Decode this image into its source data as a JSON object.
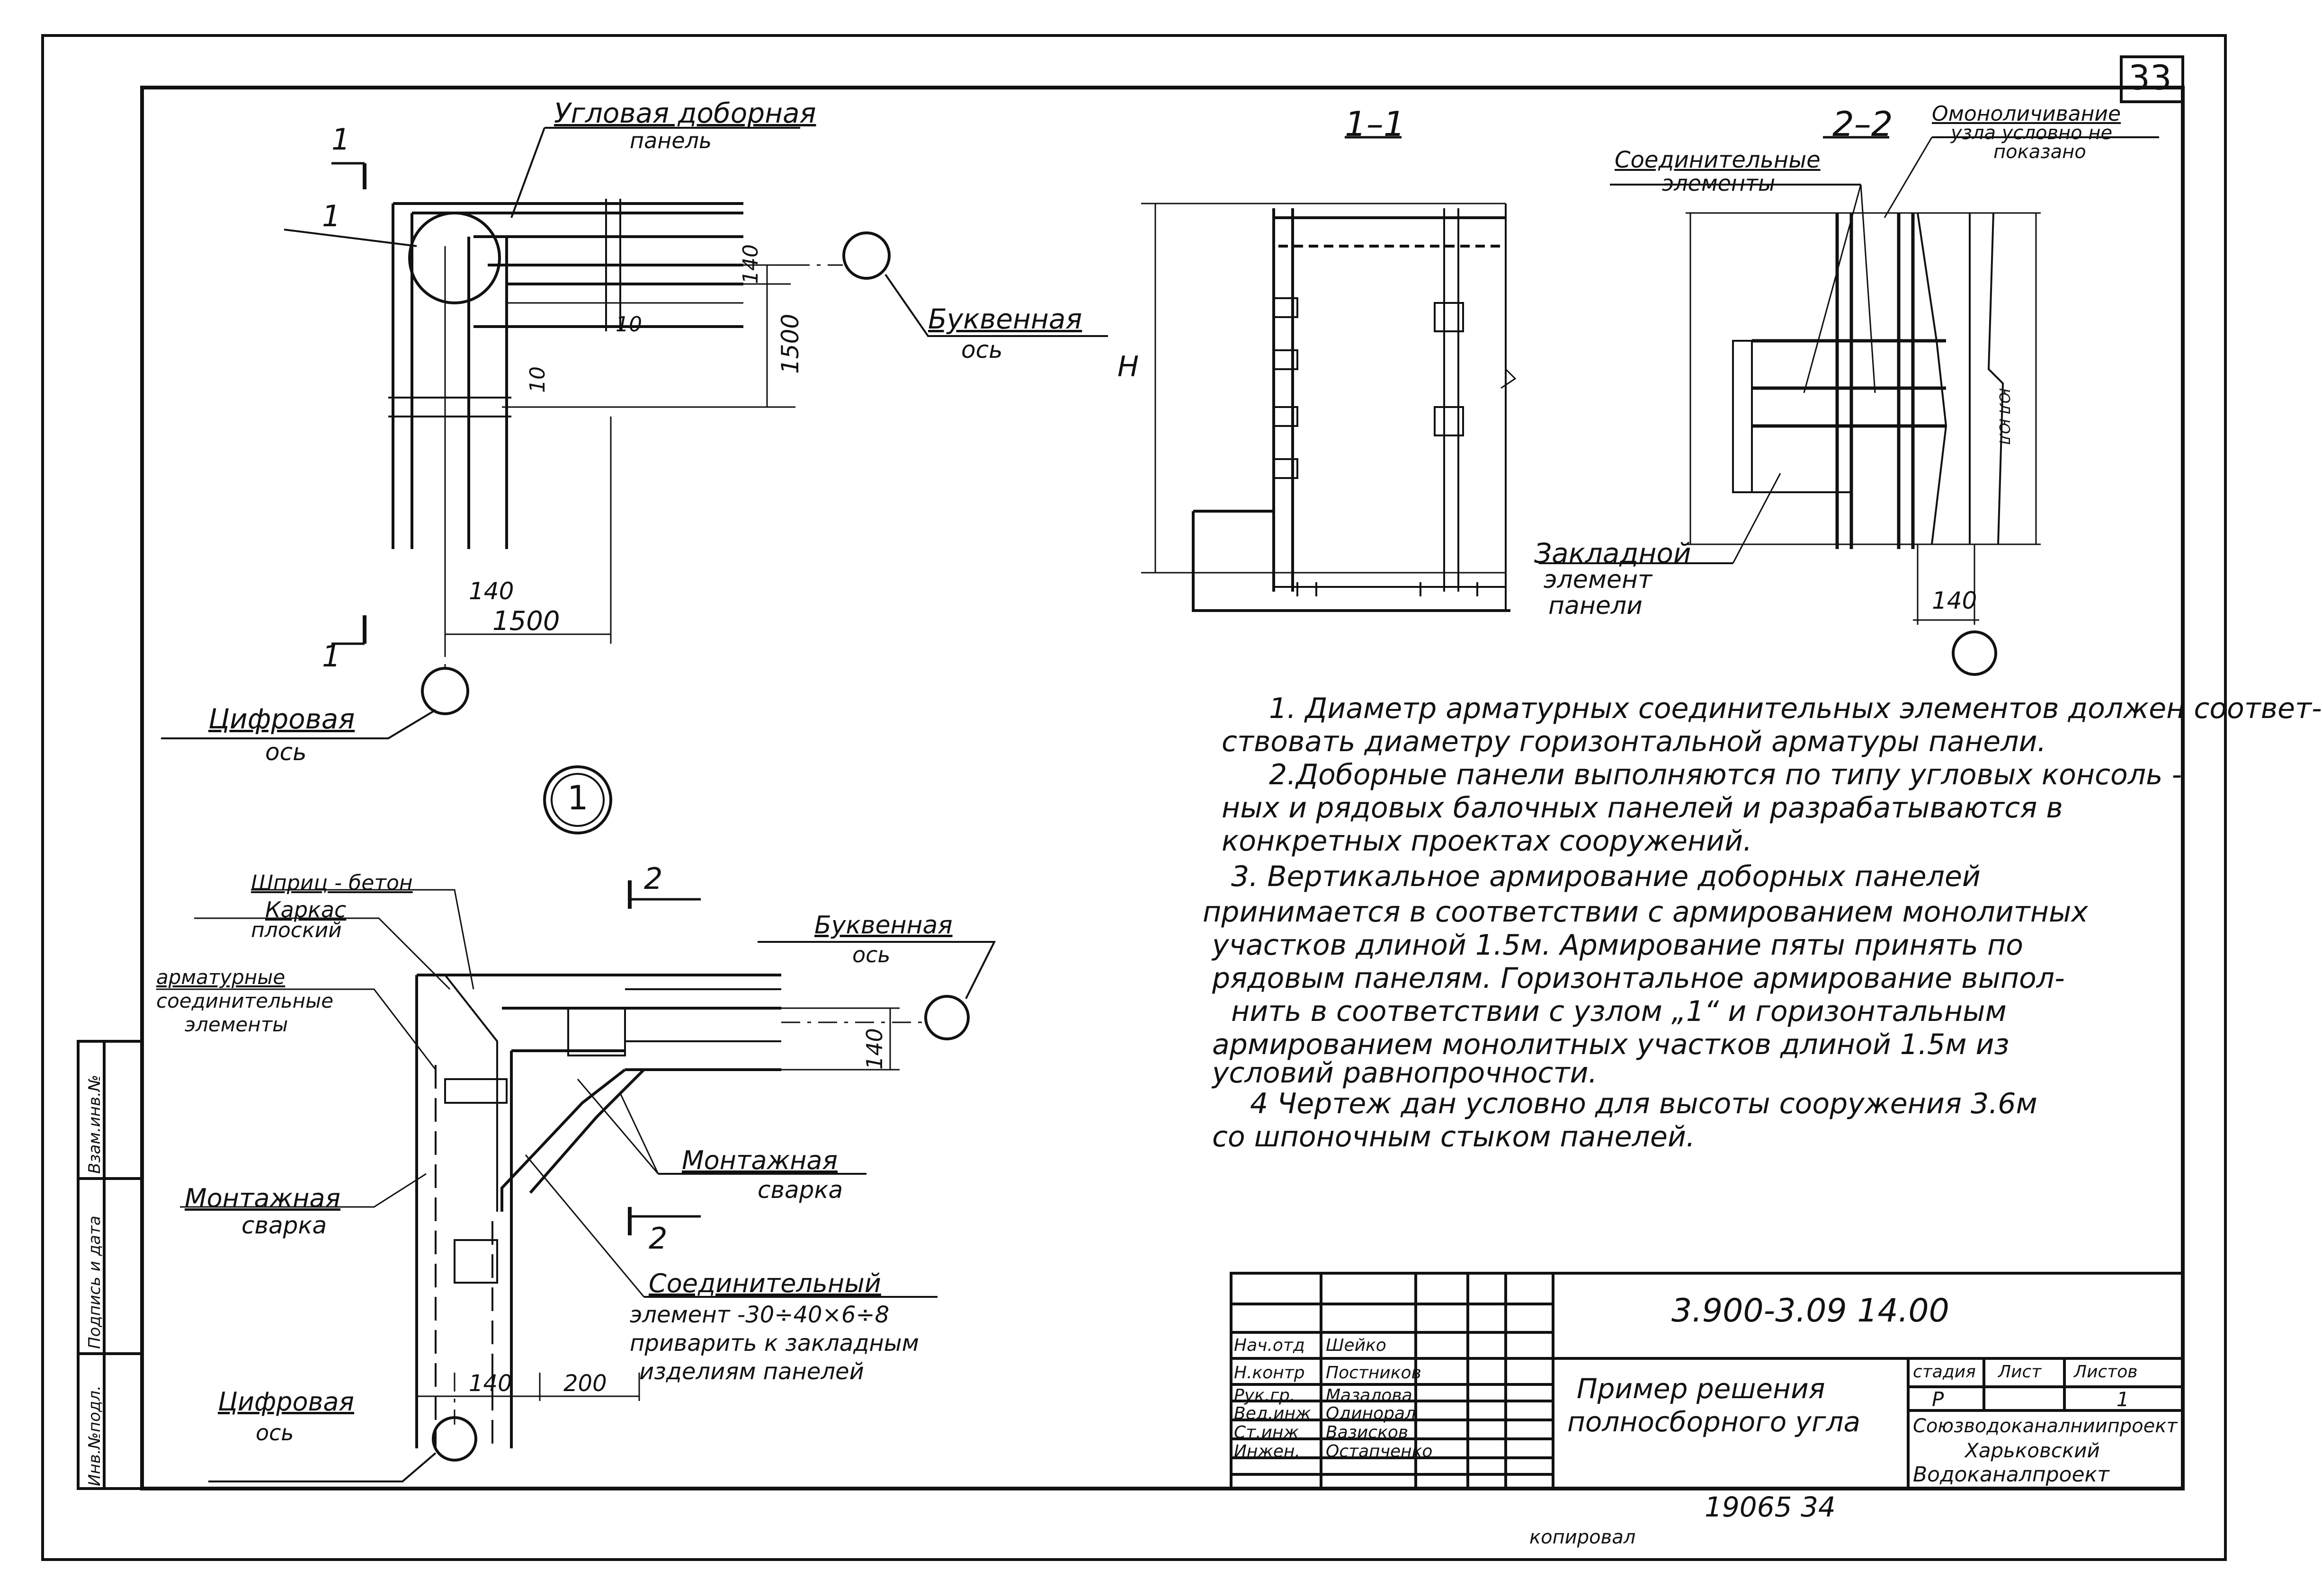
{
  "sheet_number": "33",
  "plan": {
    "title_label": "Угловая доборная",
    "title_label2": "панель",
    "node_mark": "1",
    "section_mark_top": "1",
    "section_mark_bottom": "1",
    "letter_axis_1": "Буквенная",
    "letter_axis_2": "ось",
    "digit_axis_1": "Цифровая",
    "digit_axis_2": "ось",
    "dim_140_v": "140",
    "dim_1500_v": "1500",
    "dim_10_a": "10",
    "dim_10_b": "10",
    "dim_140_h": "140",
    "dim_1500_h": "1500"
  },
  "section11": {
    "title": "1–1",
    "height_label": "H"
  },
  "section22": {
    "title": "2–2",
    "conn_elements_1": "Соединительные",
    "conn_elements_2": "элементы",
    "monolith_1": "Омоноличивание",
    "monolith_2": "узла условно не",
    "monolith_3": "показано",
    "embedded_1": "Закладной",
    "embedded_2": "элемент",
    "embedded_3": "панели",
    "dim_140": "140",
    "side_label": "ЮЛ ЮЛ"
  },
  "detail1": {
    "node_number": "1",
    "shotcrete": "Шприц - бетон",
    "frame_1": "Каркас",
    "frame_2": "плоский",
    "rebar_1": "арматурные",
    "rebar_2": "соединительные",
    "rebar_3": "элементы",
    "letter_axis_1": "Буквенная",
    "letter_axis_2": "ось",
    "section_mark_top": "2",
    "section_mark_bottom": "2",
    "weld_right_1": "Монтажная",
    "weld_right_2": "сварка",
    "weld_left_1": "Монтажная",
    "weld_left_2": "сварка",
    "conn_1": "Соединительный",
    "conn_2": "элемент -30÷40×6÷8",
    "conn_3": "приварить к закладным",
    "conn_4": "изделиям панелей",
    "digit_axis_1": "Цифровая",
    "digit_axis_2": "ось",
    "dim_140_v": "140",
    "dim_140_h": "140",
    "dim_200_h": "200"
  },
  "notes": [
    "1. Диаметр арматурных соединительных элементов должен соответ-",
    "ствовать диаметру горизонтальной арматуры панели.",
    "2.Доборные панели выполняются по типу угловых консоль -",
    "ных и рядовых балочных панелей и разрабатываются в",
    "конкретных проектах сооружений.",
    "3. Вертикальное армирование доборных панелей",
    "принимается в соответствии с армированием монолитных",
    "участков длиной 1.5м. Армирование пяты принять по",
    "рядовым панелям. Горизонтальное армирование выпол-",
    "нить в соответствии с узлом „1“ и горизонтальным",
    "армированием монолитных участков длиной 1.5м из",
    "условий равнопрочности.",
    "4 Чертеж дан условно для высоты сооружения 3.6м",
    "со шпоночным стыком панелей."
  ],
  "side_stamp": [
    "Инв.№подл.",
    "Подпись и дата",
    "Взам.инв.№"
  ],
  "title_block": {
    "code": "3.900-3.09 14.00",
    "title_1": "Пример решения",
    "title_2": "полносборного угла",
    "stage_label": "стадия",
    "sheet_label": "Лист",
    "sheets_label": "Листов",
    "stage_value": "Р",
    "sheet_value": "",
    "sheets_value": "1",
    "org_1": "Союзводоканалниипроект",
    "org_2": "Харьковский",
    "org_3": "Водоканалпроект",
    "staff": [
      {
        "role": "Нач.отд",
        "name": "Шейко"
      },
      {
        "role": "Н.контр",
        "name": "Постников"
      },
      {
        "role": "Рук.гр.",
        "name": "Мазалова"
      },
      {
        "role": "Вед.инж",
        "name": "Одинорал"
      },
      {
        "role": "Ст.инж",
        "name": "Вазисков"
      },
      {
        "role": "Инжен.",
        "name": "Остапченко"
      }
    ]
  },
  "bottom_number": "19065 34",
  "copied_by": "копировал"
}
